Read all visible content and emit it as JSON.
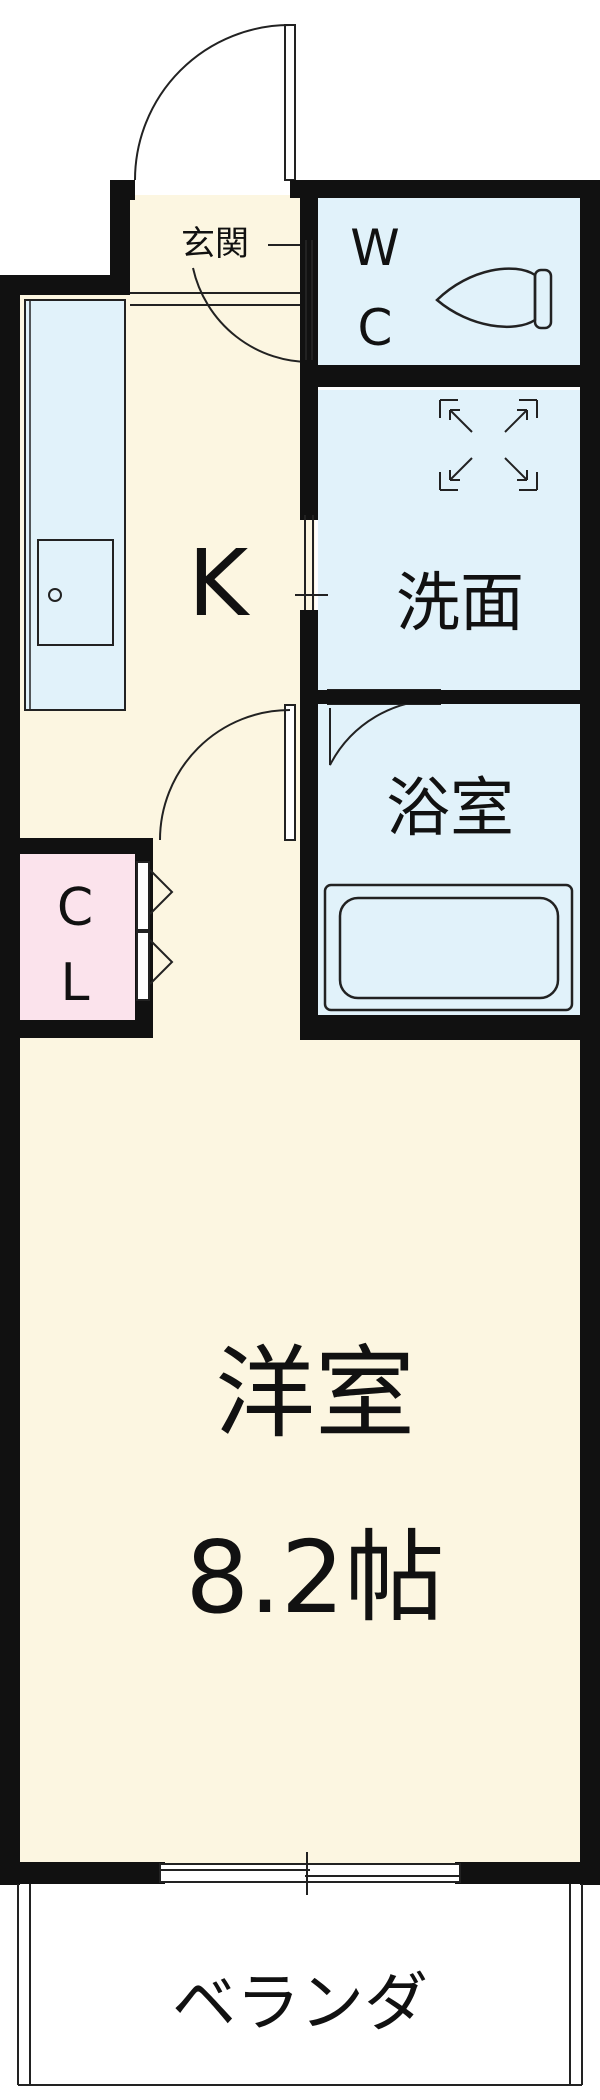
{
  "rooms": {
    "entrance": "玄関",
    "wc_line1": "W",
    "wc_line2": "C",
    "kitchen": "K",
    "washroom": "洗面",
    "bathroom": "浴室",
    "closet_line1": "C",
    "closet_line2": "L",
    "western_room": "洋室",
    "western_room_size": "8.2帖",
    "veranda": "ベランダ"
  },
  "colors": {
    "floor_beige": "#fcf6e1",
    "wet_area_blue": "#e1f2fa",
    "closet_pink": "#fbe3ec",
    "counter_blue": "#e1f2fa",
    "wall": "#111111",
    "outline": "#222222"
  }
}
